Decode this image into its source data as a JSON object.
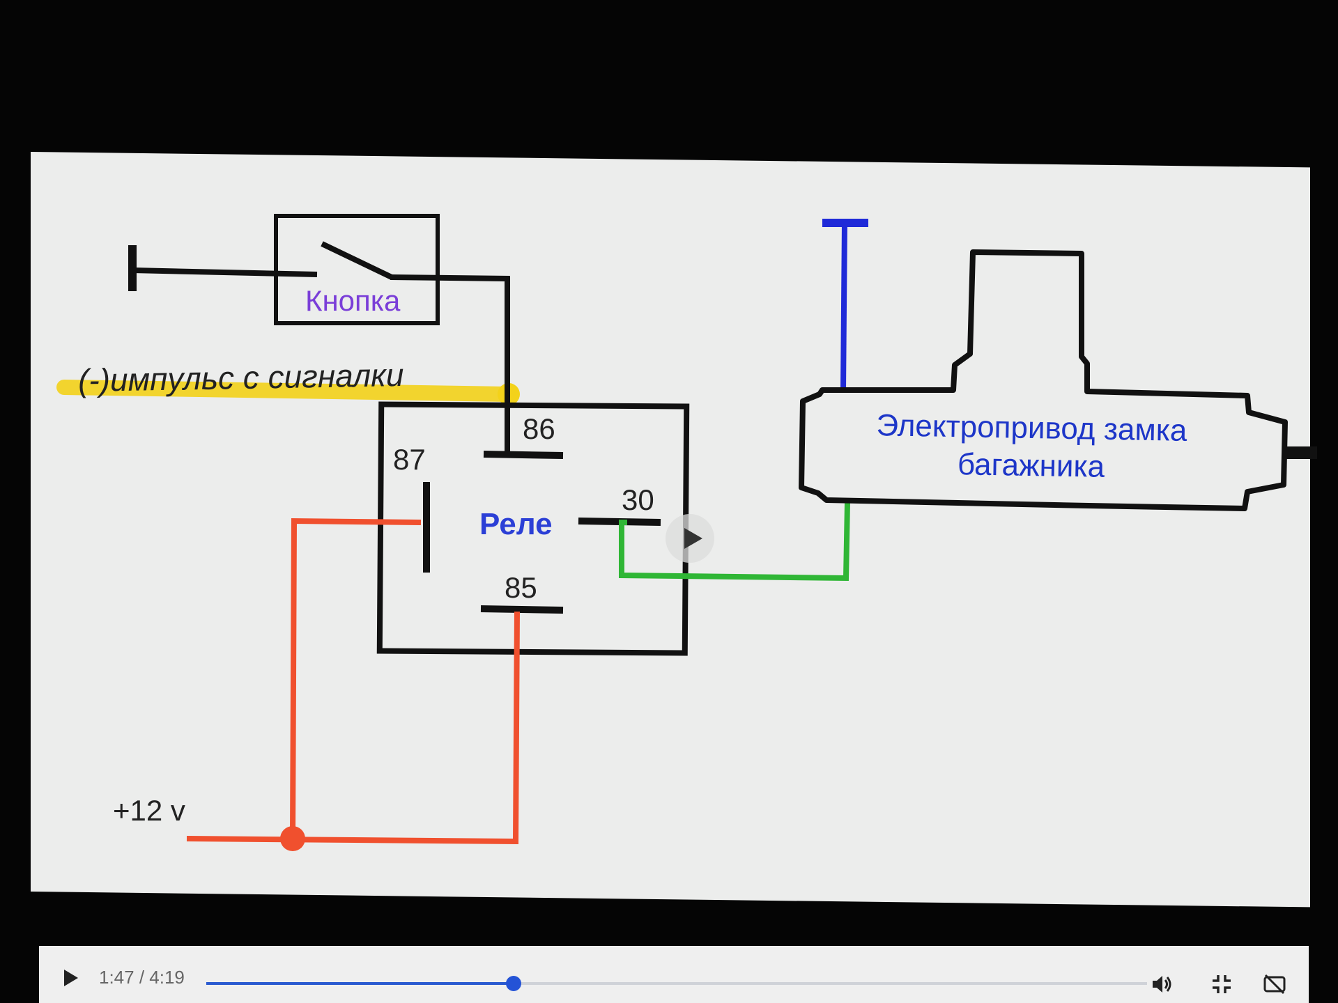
{
  "diagram": {
    "button_label": "Кнопка",
    "impulse_label": "(-)импульс с сигналки",
    "relay_label": "Реле",
    "actuator_label_line1": "Электропривод замка",
    "actuator_label_line2": "багажника",
    "power_label": "+12 v",
    "pins": {
      "p86": "86",
      "p87": "87",
      "p30": "30",
      "p85": "85"
    },
    "colors": {
      "power": "#f0502e",
      "output": "#2fb635",
      "ground": "#1f2ad8",
      "highlight": "#f3d21a"
    }
  },
  "player": {
    "time": "1:47 / 4:19",
    "progress_fraction": 0.327,
    "icons": [
      "play-icon",
      "volume-icon",
      "exit-fullscreen-icon",
      "captions-off-icon"
    ]
  }
}
